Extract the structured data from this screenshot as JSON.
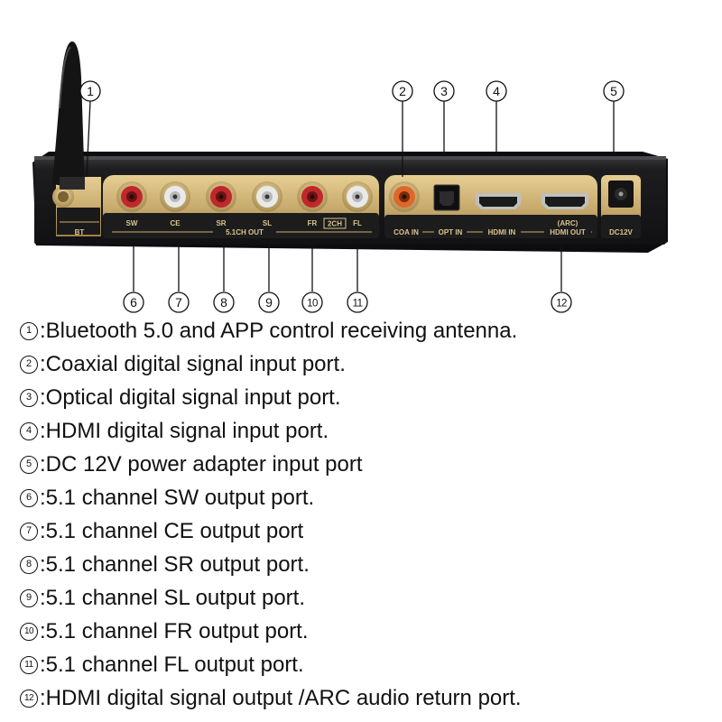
{
  "device": {
    "group_labels": {
      "bt": "BT",
      "out51": "5.1CH OUT",
      "ch2": "2CH",
      "dc": "DC12V"
    },
    "ports": [
      {
        "id": "sw",
        "label": "SW"
      },
      {
        "id": "ce",
        "label": "CE"
      },
      {
        "id": "sr",
        "label": "SR"
      },
      {
        "id": "sl",
        "label": "SL"
      },
      {
        "id": "fr",
        "label": "FR"
      },
      {
        "id": "fl",
        "label": "FL"
      },
      {
        "id": "coa",
        "label": "COA IN"
      },
      {
        "id": "opt",
        "label": "OPT IN"
      },
      {
        "id": "hdmi_in",
        "label": "HDMI IN"
      },
      {
        "id": "hdmi_out",
        "label": "HDMI OUT"
      },
      {
        "id": "arc",
        "label": "(ARC)"
      }
    ]
  },
  "callouts": [
    "1",
    "2",
    "3",
    "4",
    "5",
    "6",
    "7",
    "8",
    "9",
    "10",
    "11",
    "12"
  ],
  "legend": [
    {
      "num": "1",
      "text": ":Bluetooth 5.0 and APP control receiving antenna."
    },
    {
      "num": "2",
      "text": ":Coaxial digital signal input port."
    },
    {
      "num": "3",
      "text": ":Optical digital signal input port."
    },
    {
      "num": "4",
      "text": ":HDMI digital signal input port."
    },
    {
      "num": "5",
      "text": ":DC 12V power adapter input port"
    },
    {
      "num": "6",
      "text": ":5.1 channel SW output port."
    },
    {
      "num": "7",
      "text": ":5.1 channel CE output port"
    },
    {
      "num": "8",
      "text": ":5.1 channel SR output port."
    },
    {
      "num": "9",
      "text": ":5.1 channel SL output port."
    },
    {
      "num": "10",
      "text": ":5.1 channel FR output port."
    },
    {
      "num": "11",
      "text": ":5.1 channel FL output port."
    },
    {
      "num": "12",
      "text": ":HDMI digital signal output /ARC audio return port."
    }
  ],
  "colors": {
    "panel": "#1f1f21",
    "gold": "#c9ac6e",
    "rca_red": "#c0282c",
    "rca_white": "#e9e9e9",
    "coax_orange": "#e0672a"
  }
}
